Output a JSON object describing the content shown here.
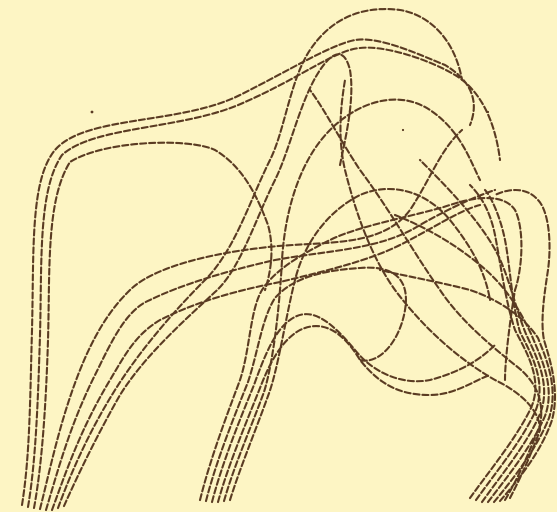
{
  "figure": {
    "background_color": "#fdf5c4",
    "ink_color": "#5a3b22",
    "strand_groups": [
      "left-bundle",
      "middle-bundle",
      "right-bundle"
    ]
  }
}
